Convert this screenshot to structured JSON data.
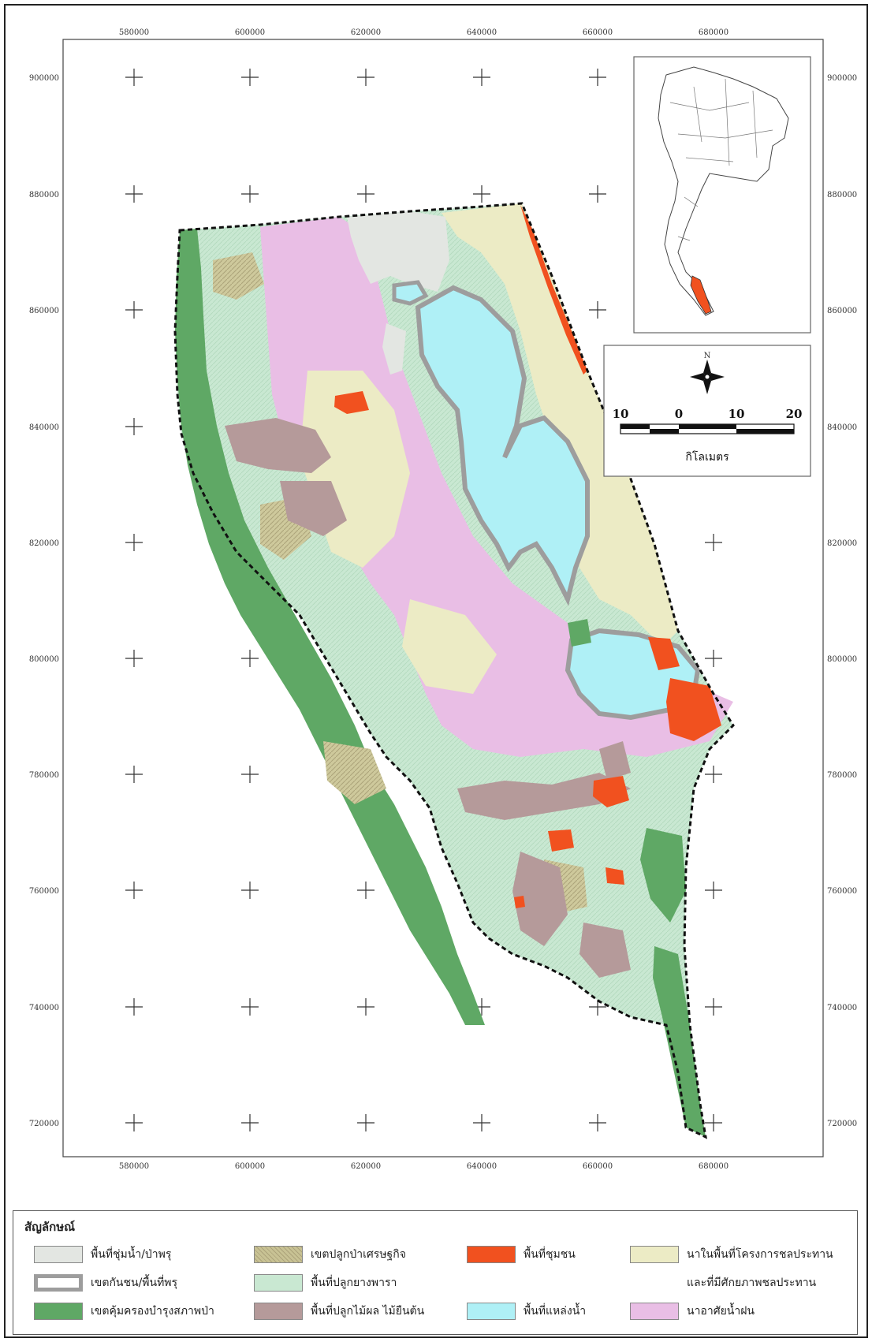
{
  "map": {
    "x_ticks": [
      "580000",
      "600000",
      "620000",
      "640000",
      "660000",
      "680000"
    ],
    "y_ticks": [
      "900000",
      "880000",
      "860000",
      "840000",
      "820000",
      "800000",
      "780000",
      "760000",
      "740000",
      "720000"
    ],
    "colors": {
      "wetland_forest": "#e3e6e2",
      "buffer_outline": "#9d9d9d",
      "forest_conservation": "#5fa865",
      "economic_forest": "#c8c294",
      "rubber": "#c9e8d2",
      "orchard": "#b59a9a",
      "community": "#f1511f",
      "water": "#aff0f6",
      "irrigated_paddy": "#ecebc5",
      "rainfed_paddy": "#e9bee5"
    }
  },
  "scale_bar": {
    "labels": [
      "10",
      "0",
      "10",
      "20"
    ],
    "unit": "กิโลเมตร"
  },
  "legend": {
    "title": "สัญลักษณ์",
    "items": [
      {
        "label": "พื้นที่ชุ่มน้ำ/ป่าพรุ",
        "color": "#e3e6e2"
      },
      {
        "label": "เขตกันชน/พื้นที่พรุ",
        "color": "#ffffff"
      },
      {
        "label": "เขตคุ้มครองบำรุงสภาพป่า",
        "color": "#5fa865"
      },
      {
        "label": "เขตปลูกป่าเศรษฐกิจ",
        "color": "#c8c294"
      },
      {
        "label": "พื้นที่ปลูกยางพารา",
        "color": "#c9e8d2"
      },
      {
        "label": "พื้นที่ปลูกไม้ผล ไม้ยืนต้น",
        "color": "#b59a9a"
      },
      {
        "label": "พื้นที่ชุมชน",
        "color": "#f1511f"
      },
      {
        "label": "พื้นที่แหล่งน้ำ",
        "color": "#aff0f6"
      },
      {
        "label": "นาในพื้นที่โครงการชลประทาน",
        "label2": "และที่มีศักยภาพชลประทาน",
        "color": "#ecebc5"
      },
      {
        "label": "นาอาศัยน้ำฝน",
        "color": "#e9bee5"
      }
    ]
  }
}
